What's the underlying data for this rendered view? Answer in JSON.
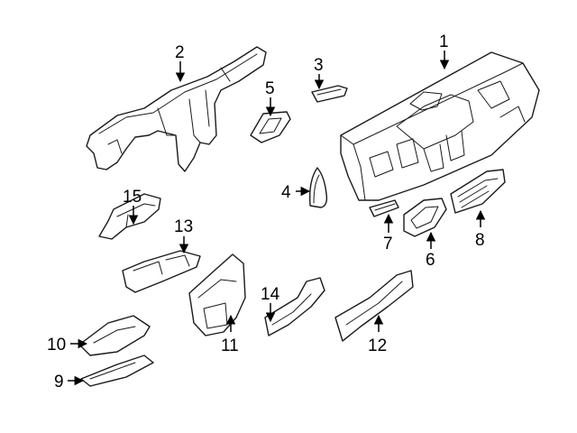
{
  "callouts": [
    {
      "id": "p1",
      "label": "1"
    },
    {
      "id": "p2",
      "label": "2"
    },
    {
      "id": "p3",
      "label": "3"
    },
    {
      "id": "p4",
      "label": "4"
    },
    {
      "id": "p5",
      "label": "5"
    },
    {
      "id": "p6",
      "label": "6"
    },
    {
      "id": "p7",
      "label": "7"
    },
    {
      "id": "p8",
      "label": "8"
    },
    {
      "id": "p9",
      "label": "9"
    },
    {
      "id": "p10",
      "label": "10"
    },
    {
      "id": "p11",
      "label": "11"
    },
    {
      "id": "p12",
      "label": "12"
    },
    {
      "id": "p13",
      "label": "13"
    },
    {
      "id": "p14",
      "label": "14"
    },
    {
      "id": "p15",
      "label": "15"
    }
  ]
}
